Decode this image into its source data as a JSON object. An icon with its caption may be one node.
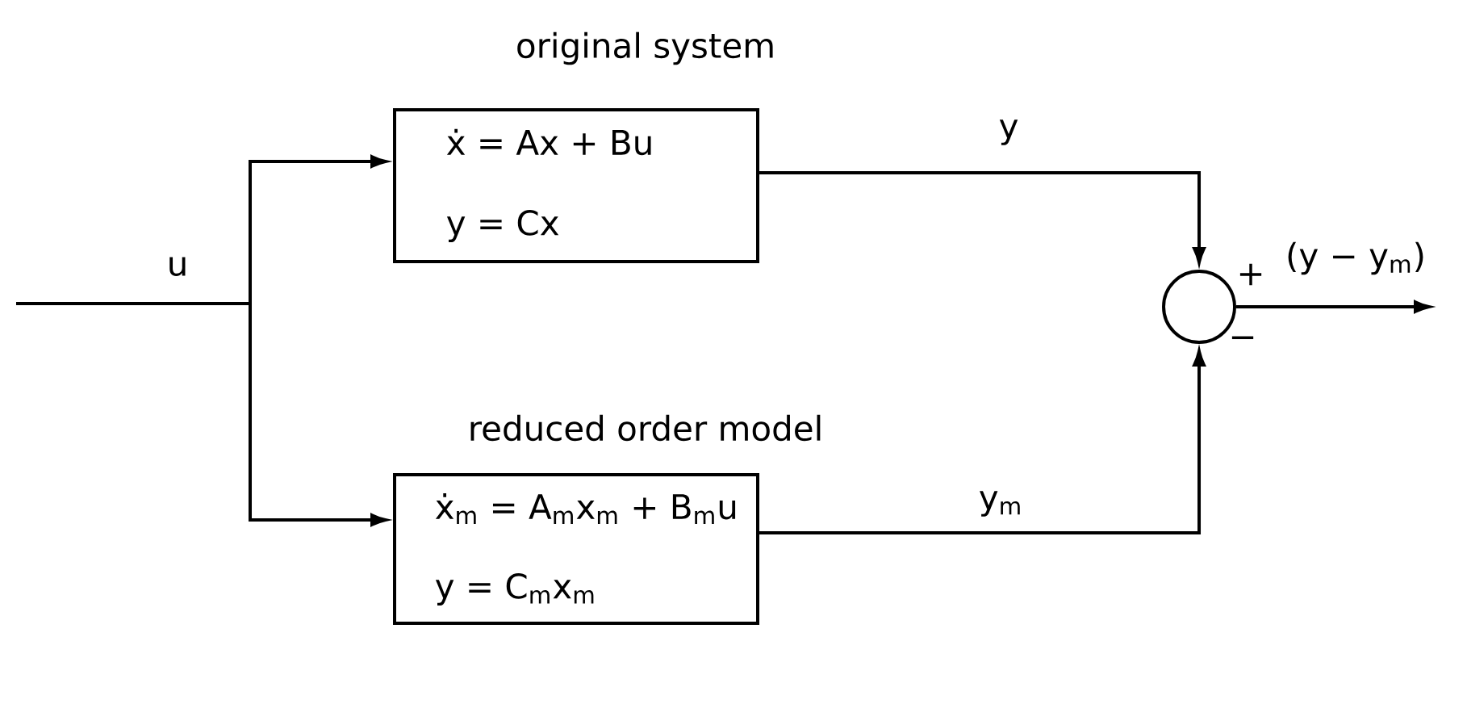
{
  "diagram": {
    "nodes": [
      {
        "text": [
          "original system",
          "ẋ = Ax + Bu",
          "y = Cx"
        ]
      },
      {
        "text": [
          "reduced order model",
          "ẋ$_{m}$ = A$_{m}$x$_{m}$ + B$_{m}$u",
          "y = C$_{m}$x$_{m}$"
        ]
      },
      {
        "text": [],
        "shape": "circle",
        "beside": [
          "+",
          "−"
        ]
      }
    ],
    "edges": [
      {
        "from": null,
        "to": 0,
        "arrow": "to",
        "label": "u"
      },
      {
        "from": null,
        "to": 1,
        "arrow": "to"
      },
      {
        "from": 0,
        "to": 2,
        "arrow": "to",
        "label": "y"
      },
      {
        "from": 1,
        "to": 2,
        "arrow": "to",
        "label": "y$_{m}$"
      },
      {
        "from": 2,
        "to": null,
        "arrow": "to",
        "label": "(y − y$_{m}$)"
      }
    ]
  }
}
